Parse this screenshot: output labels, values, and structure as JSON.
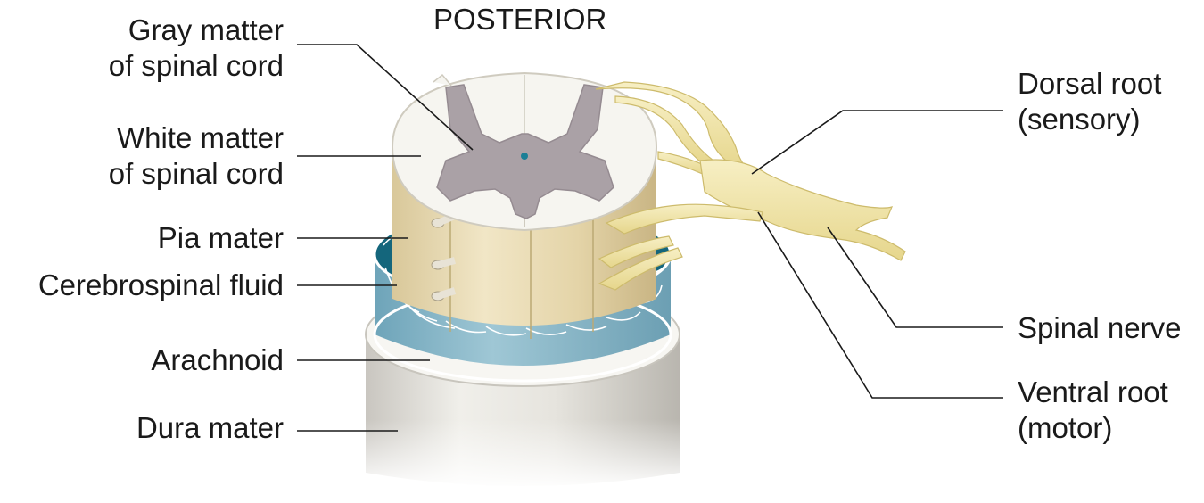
{
  "diagram": {
    "orientation_label": "POSTERIOR",
    "labels": {
      "gray_matter": [
        "Gray matter",
        "of spinal cord"
      ],
      "white_matter": [
        "White matter",
        "of spinal cord"
      ],
      "pia_mater": "Pia mater",
      "csf": "Cerebrospinal fluid",
      "arachnoid": "Arachnoid",
      "dura_mater": "Dura mater",
      "dorsal_root": [
        "Dorsal root",
        "(sensory)"
      ],
      "spinal_nerve": "Spinal nerve",
      "ventral_root": [
        "Ventral root",
        "(motor)"
      ]
    },
    "colors": {
      "gray_matter": "#aaa1a6",
      "white_matter": "#f5f4ef",
      "pia": "#e9dcb4",
      "csf": "#1b7f96",
      "arachnoid": "#8fbccd",
      "dura": "#e6e4df",
      "nerve": "#f2e6a8",
      "leader_line": "#1a1a1a"
    }
  }
}
